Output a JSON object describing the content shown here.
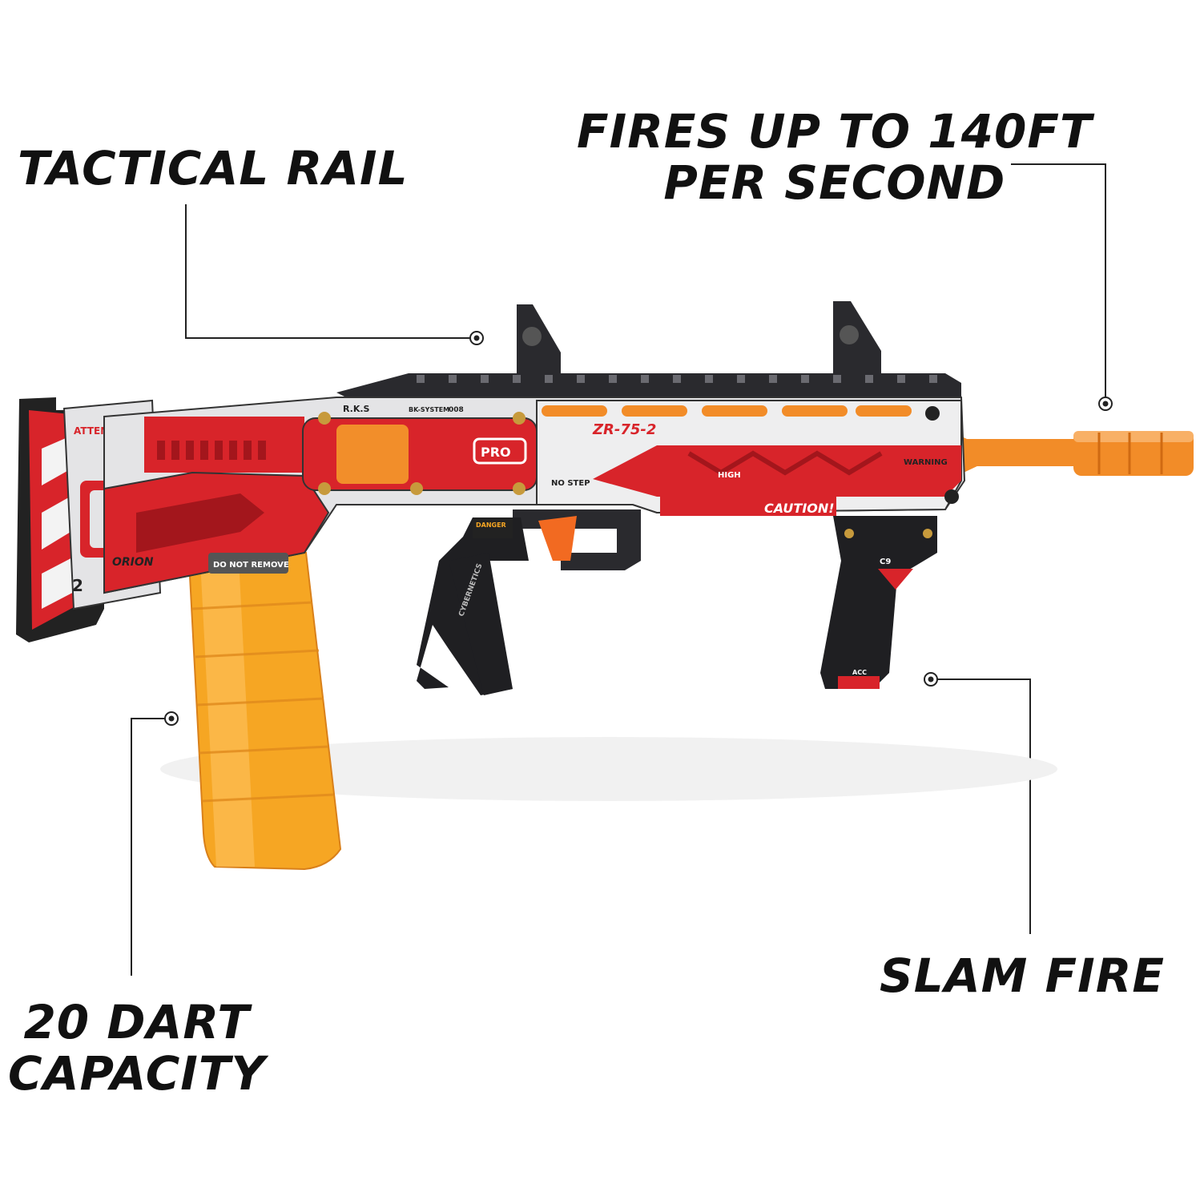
{
  "callouts": {
    "tactical_rail": "TACTICAL RAIL",
    "fires_line1": "FIRES UP TO 140FT",
    "fires_line2": "PER SECOND",
    "slam_fire": "SLAM FIRE",
    "capacity_line1": "20 DART",
    "capacity_line2": "CAPACITY"
  },
  "product_markings": {
    "attention": "ATTENTION",
    "rks": "R.K.S",
    "system": "BK-SYSTEM",
    "code": "008",
    "model": "ZR-75-2",
    "pro": "PRO",
    "no_step": "NO STEP",
    "high_pressure": "HIGH",
    "caution": "CAUTION!",
    "warning": "WARNING",
    "danger": "DANGER",
    "do_not_remove": "DO NOT REMOVE",
    "orion": "ORION",
    "cybernetics": "CYBERNETICS",
    "acc": "ACC",
    "c9": "C9",
    "number_two": "2"
  },
  "colors": {
    "body_red": "#d8242a",
    "dark_red": "#a3161c",
    "silver": "#e4e4e6",
    "grip_black": "#1f1f22",
    "orange": "#f28c28",
    "magazine_orange": "#f6a623",
    "line": "#222222"
  }
}
